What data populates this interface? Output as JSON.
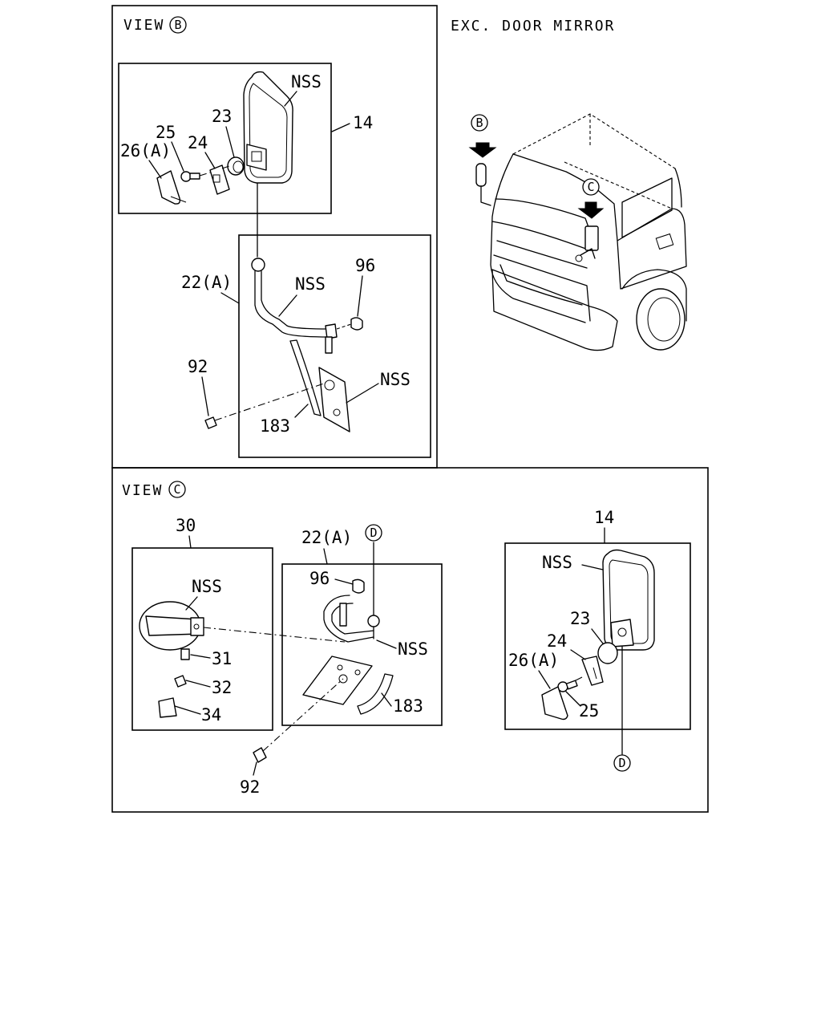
{
  "header": {
    "exc_door_mirror": "EXC. DOOR MIRROR"
  },
  "views": {
    "view_b": {
      "label": "VIEW",
      "marker": "B"
    },
    "view_c": {
      "label": "VIEW",
      "marker": "C"
    }
  },
  "markers": {
    "b": "B",
    "c": "C",
    "d": "D"
  },
  "callouts": {
    "nss": "NSS",
    "p14": "14",
    "p22a": "22(A)",
    "p23": "23",
    "p24": "24",
    "p25": "25",
    "p26a": "26(A)",
    "p30": "30",
    "p31": "31",
    "p32": "32",
    "p34": "34",
    "p92": "92",
    "p96": "96",
    "p183": "183"
  }
}
